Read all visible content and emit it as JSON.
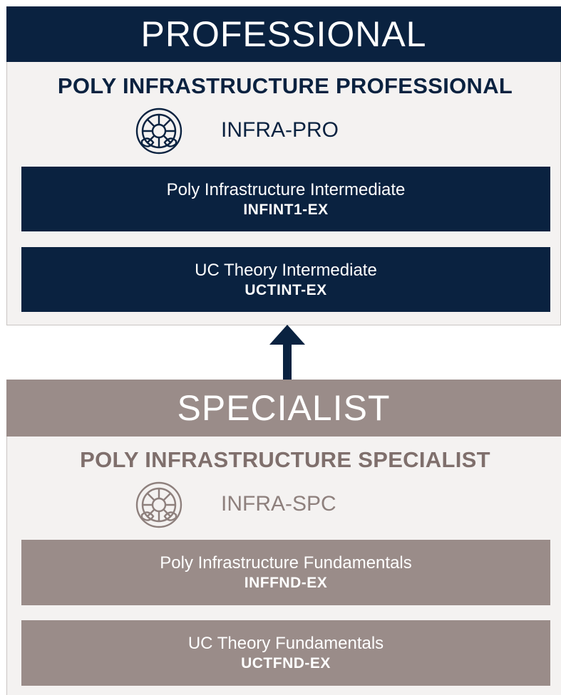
{
  "colors": {
    "professional": "#0a2240",
    "specialist": "#9a8c89",
    "panel_bg": "#f4f2f1"
  },
  "professional": {
    "header": "PROFESSIONAL",
    "title": "POLY INFRASTRUCTURE PROFESSIONAL",
    "icon": "gear-circle-icon",
    "code": "INFRA-PRO",
    "courses": [
      {
        "name": "Poly Infrastructure Intermediate",
        "code": "INFINT1-EX"
      },
      {
        "name": "UC Theory Intermediate",
        "code": "UCTINT-EX"
      }
    ]
  },
  "arrow": {
    "icon": "arrow-up-icon"
  },
  "specialist": {
    "header": "SPECIALIST",
    "title": "POLY INFRASTRUCTURE SPECIALIST",
    "icon": "gear-circle-icon",
    "code": "INFRA-SPC",
    "courses": [
      {
        "name": "Poly Infrastructure Fundamentals",
        "code": "INFFND-EX"
      },
      {
        "name": "UC Theory Fundamentals",
        "code": "UCTFND-EX"
      }
    ]
  }
}
